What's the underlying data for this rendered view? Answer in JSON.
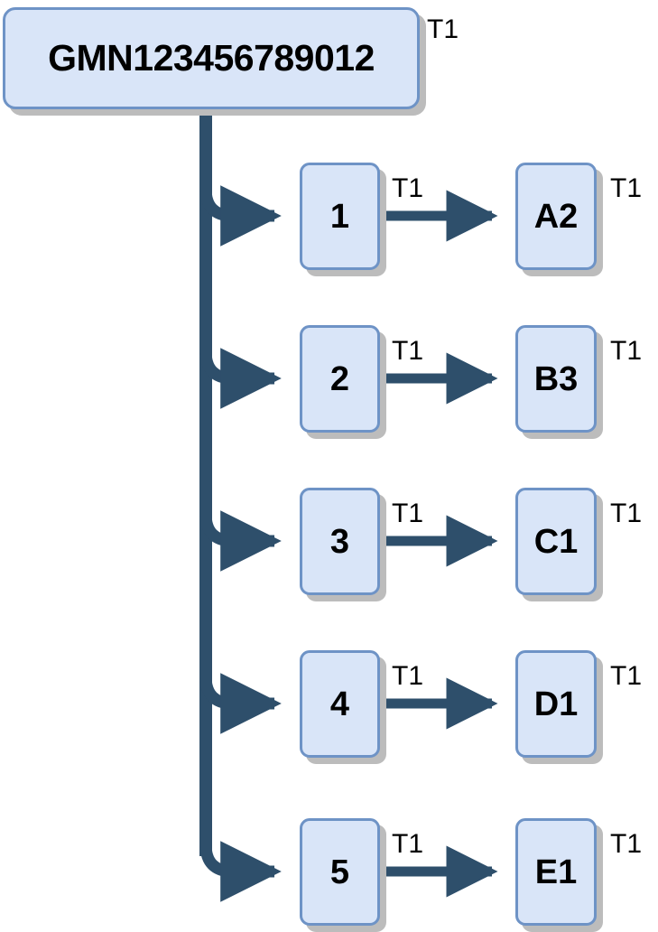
{
  "diagram": {
    "type": "tree",
    "background_color": "#ffffff",
    "node_fill": "#d9e5f8",
    "node_border": "#6e93c6",
    "connector_color": "#2e4f6b",
    "shadow_color": "#bcbcbc",
    "root": {
      "label": "GMN123456789012",
      "tag": "T1"
    },
    "rows": [
      {
        "mid_label": "1",
        "mid_tag": "T1",
        "leaf_label": "A2",
        "leaf_tag": "T1",
        "edge_tag": "T1"
      },
      {
        "mid_label": "2",
        "mid_tag": "T1",
        "leaf_label": "B3",
        "leaf_tag": "T1",
        "edge_tag": "T1"
      },
      {
        "mid_label": "3",
        "mid_tag": "T1",
        "leaf_label": "C1",
        "leaf_tag": "T1",
        "edge_tag": "T1"
      },
      {
        "mid_label": "4",
        "mid_tag": "T1",
        "leaf_label": "D1",
        "leaf_tag": "T1",
        "edge_tag": "T1"
      },
      {
        "mid_label": "5",
        "mid_tag": "T1",
        "leaf_label": "E1",
        "leaf_tag": "T1",
        "edge_tag": "T1"
      }
    ]
  }
}
